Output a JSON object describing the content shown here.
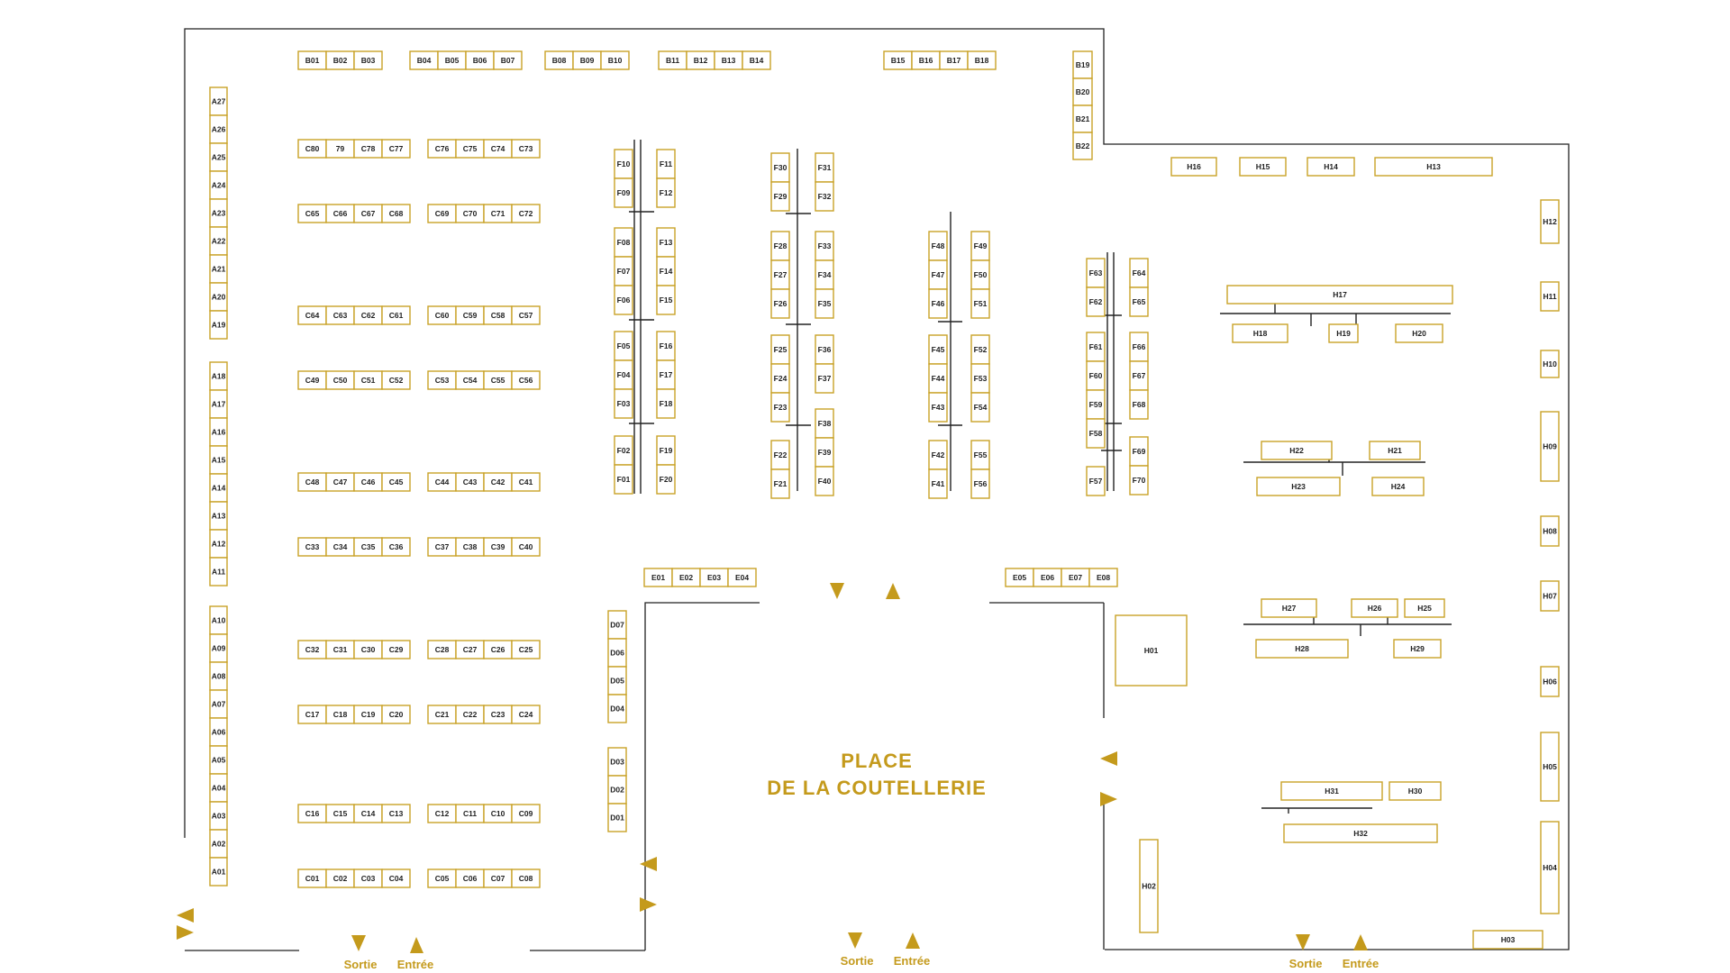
{
  "place": {
    "line1": "PLACE",
    "line2": "DE LA COUTELLERIE"
  },
  "doors": {
    "exit": "Sortie",
    "entry": "Entrée"
  },
  "colors": {
    "accent": "#c49a1c",
    "wall": "#222222"
  },
  "booths": {
    "A_top": [
      "A27",
      "A26",
      "A25",
      "A24",
      "A23",
      "A22",
      "A21",
      "A20",
      "A19"
    ],
    "A_mid": [
      "A18",
      "A17",
      "A16",
      "A15",
      "A14",
      "A13",
      "A12",
      "A11"
    ],
    "A_bot": [
      "A10",
      "A09",
      "A08",
      "A07",
      "A06",
      "A05",
      "A04",
      "A03",
      "A02",
      "A01"
    ],
    "B_1": [
      "B01",
      "B02",
      "B03"
    ],
    "B_2": [
      "B04",
      "B05",
      "B06",
      "B07"
    ],
    "B_3": [
      "B08",
      "B09",
      "B10"
    ],
    "B_4": [
      "B11",
      "B12",
      "B13",
      "B14"
    ],
    "B_5": [
      "B15",
      "B16",
      "B17",
      "B18"
    ],
    "B_v": [
      "B19",
      "B20",
      "B21",
      "B22"
    ],
    "C_rows": [
      [
        "C80",
        "79",
        "C78",
        "C77"
      ],
      [
        "C76",
        "C75",
        "C74",
        "C73"
      ],
      [
        "C65",
        "C66",
        "C67",
        "C68"
      ],
      [
        "C69",
        "C70",
        "C71",
        "C72"
      ],
      [
        "C64",
        "C63",
        "C62",
        "C61"
      ],
      [
        "C60",
        "C59",
        "C58",
        "C57"
      ],
      [
        "C49",
        "C50",
        "C51",
        "C52"
      ],
      [
        "C53",
        "C54",
        "C55",
        "C56"
      ],
      [
        "C48",
        "C47",
        "C46",
        "C45"
      ],
      [
        "C44",
        "C43",
        "C42",
        "C41"
      ],
      [
        "C33",
        "C34",
        "C35",
        "C36"
      ],
      [
        "C37",
        "C38",
        "C39",
        "C40"
      ],
      [
        "C32",
        "C31",
        "C30",
        "C29"
      ],
      [
        "C28",
        "C27",
        "C26",
        "C25"
      ],
      [
        "C17",
        "C18",
        "C19",
        "C20"
      ],
      [
        "C21",
        "C22",
        "C23",
        "C24"
      ],
      [
        "C16",
        "C15",
        "C14",
        "C13"
      ],
      [
        "C12",
        "C11",
        "C10",
        "C09"
      ],
      [
        "C01",
        "C02",
        "C03",
        "C04"
      ],
      [
        "C05",
        "C06",
        "C07",
        "C08"
      ]
    ],
    "D_top": [
      "D07",
      "D06",
      "D05",
      "D04"
    ],
    "D_bot": [
      "D03",
      "D02",
      "D01"
    ],
    "E_1": [
      "E01",
      "E02",
      "E03",
      "E04"
    ],
    "E_2": [
      "E05",
      "E06",
      "E07",
      "E08"
    ],
    "F_cols": [
      [
        "F10",
        "F09"
      ],
      [
        "F08",
        "F07",
        "F06"
      ],
      [
        "F05",
        "F04",
        "F03"
      ],
      [
        "F02",
        "F01"
      ],
      [
        "F11",
        "F12"
      ],
      [
        "F13",
        "F14",
        "F15"
      ],
      [
        "F16",
        "F17",
        "F18"
      ],
      [
        "F19",
        "F20"
      ],
      [
        "F30",
        "F29"
      ],
      [
        "F28",
        "F27",
        "F26"
      ],
      [
        "F25",
        "F24",
        "F23"
      ],
      [
        "F22",
        "F21"
      ],
      [
        "F31",
        "F32"
      ],
      [
        "F33",
        "F34",
        "F35"
      ],
      [
        "F36",
        "F37"
      ],
      [
        "F38",
        "F39",
        "F40"
      ],
      [
        "F48",
        "F47",
        "F46"
      ],
      [
        "F45",
        "F44",
        "F43"
      ],
      [
        "F42",
        "F41"
      ],
      [
        "F49",
        "F50",
        "F51"
      ],
      [
        "F52",
        "F53",
        "F54"
      ],
      [
        "F55",
        "F56"
      ],
      [
        "F63",
        "F62"
      ],
      [
        "F61",
        "F60",
        "F59",
        "F58"
      ],
      [
        "F57"
      ],
      [
        "F64",
        "F65"
      ],
      [
        "F66",
        "F67",
        "F68"
      ],
      [
        "F69",
        "F70"
      ]
    ],
    "H": [
      "H01",
      "H02",
      "H03",
      "H04",
      "H05",
      "H06",
      "H07",
      "H08",
      "H09",
      "H10",
      "H11",
      "H12",
      "H13",
      "H14",
      "H15",
      "H16",
      "H17",
      "H18",
      "H19",
      "H20",
      "H21",
      "H22",
      "H23",
      "H24",
      "H25",
      "H26",
      "H27",
      "H28",
      "H29",
      "H30",
      "H31",
      "H32"
    ]
  }
}
